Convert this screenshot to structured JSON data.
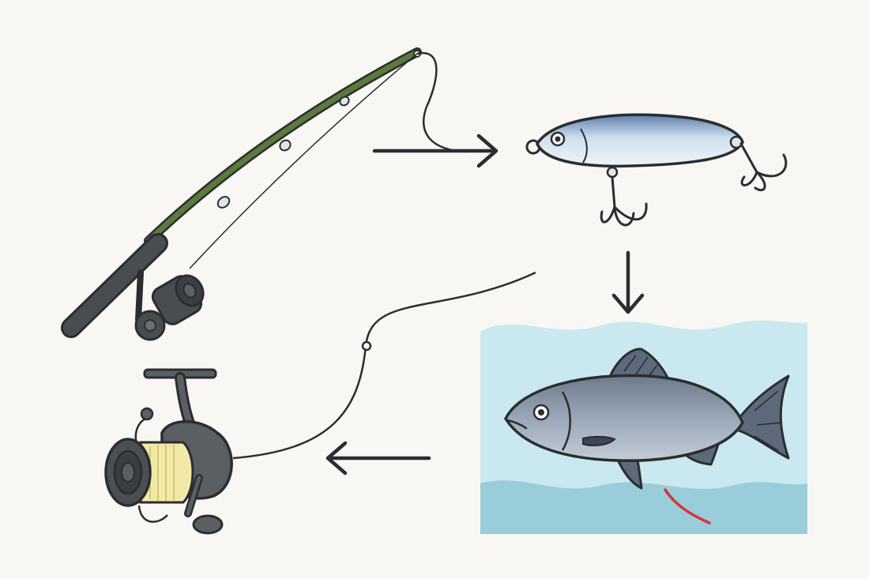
{
  "diagram": {
    "nodes": [
      {
        "id": "rod",
        "icon": "fishing-rod-icon"
      },
      {
        "id": "lure",
        "icon": "lure-icon"
      },
      {
        "id": "fish",
        "icon": "fish-icon"
      },
      {
        "id": "reel",
        "icon": "spinning-reel-icon"
      }
    ],
    "flow": [
      {
        "from": "rod",
        "to": "lure",
        "direction": "right"
      },
      {
        "from": "lure",
        "to": "fish",
        "direction": "down"
      },
      {
        "from": "fish",
        "to": "reel",
        "direction": "left"
      }
    ]
  },
  "colors": {
    "background": "#f8f7f3",
    "outline": "#2b2d2f",
    "rod_green": "#5b7a3e",
    "handle": "#4a4d50",
    "water_light": "#c9e8ef",
    "water_dark": "#99cdd9",
    "fish_body": "#8f9cae",
    "fish_dark": "#5d6a7c",
    "lure_blue": "#6f8fb8",
    "reel_grey": "#5a5f63",
    "reel_line": "#f2e9a6",
    "accent_red": "#d8343a"
  }
}
